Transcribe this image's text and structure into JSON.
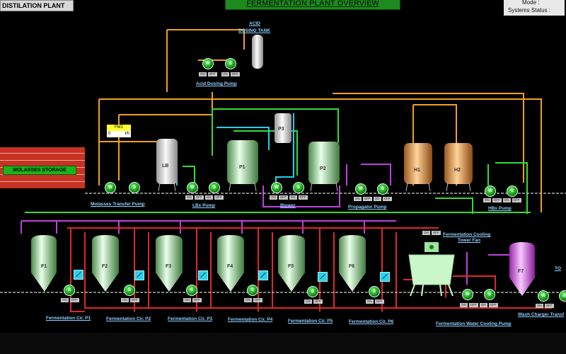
{
  "header": {
    "distillation_button": "DISTILATION PLANT",
    "title": "FERMENTATION PLANT OVERVIEW",
    "mode_label": "Mode :",
    "system_status_label": "Systems Status :"
  },
  "acid_dosing": {
    "tank_label_line1": "ACID",
    "tank_label_line2": "DOSING TANK",
    "pump_label": "Acid Dosing Pump",
    "pump_w": "W",
    "pump_s": "S"
  },
  "flow_meter": {
    "title": "FM1",
    "value": "0",
    "unit": "t/h"
  },
  "storage": {
    "molasses_label": "MOLASSES STORAGE"
  },
  "tanks": {
    "lb": "LB",
    "p1": "P1",
    "p2": "P2",
    "p3": "P3",
    "h1": "H1",
    "h2": "H2",
    "f7": "F7"
  },
  "pump_labels": {
    "molasses_transfer": "Molasses Transfer Pump",
    "lb": "LBx Pump",
    "blower": "Blower",
    "propagator": "Propagator Pump",
    "hb": "HBx Pump",
    "cooling_tower_fan_line1": "Fermentation Cooling",
    "cooling_tower_fan_line2": "Tower Fan",
    "water_cooling": "Fermentation Water Cooling Pump",
    "wash_charger": "Wash Charger Transf"
  },
  "fermenters": [
    "F1",
    "F2",
    "F3",
    "F4",
    "F5",
    "F6"
  ],
  "fermentation_circuits": [
    "Fermentation Cir. P1",
    "Fermentation Cir. P2",
    "Fermentation Cir. P3",
    "Fermentation Cir. P4",
    "Fermentation Cir. P5",
    "Fermentation Cir. P6"
  ],
  "right_edge_label": "TO",
  "controls": {
    "on": "ON",
    "off": "OFF",
    "w": "W",
    "s": "S"
  },
  "colors": {
    "orange_line": "#f0a020",
    "green_line": "#33dd33",
    "cyan_line": "#22d0f0",
    "magenta_line": "#c040e0",
    "red_line": "#e02828",
    "floor_line": "#cfcfcf"
  }
}
